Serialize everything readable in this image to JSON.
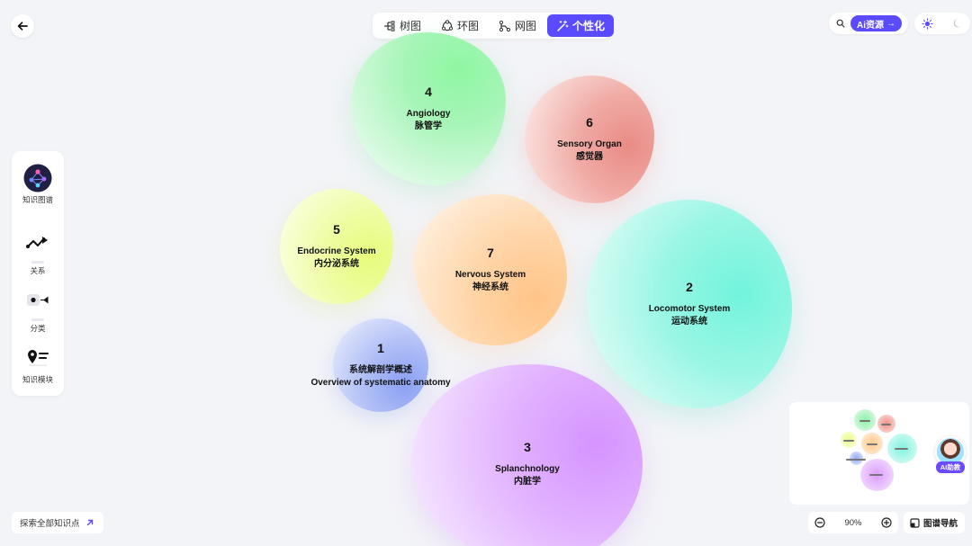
{
  "view_tabs": [
    {
      "label": "树图"
    },
    {
      "label": "环图"
    },
    {
      "label": "网图"
    },
    {
      "label": "个性化"
    }
  ],
  "topbar": {
    "ai_resource_label": "Ai资源",
    "ai_resource_arrow": "→"
  },
  "sidebar": {
    "items": [
      {
        "label": "知识图谱"
      },
      {
        "label": "关系"
      },
      {
        "label": "分类"
      },
      {
        "label": "知识模块"
      }
    ]
  },
  "nodes": [
    {
      "num": "4",
      "en": "Angiology",
      "zh": "脉管学"
    },
    {
      "num": "6",
      "en": "Sensory Organ",
      "zh": "感觉器"
    },
    {
      "num": "5",
      "en": "Endocrine System",
      "zh": "内分泌系统"
    },
    {
      "num": "7",
      "en": "Nervous System",
      "zh": "神经系统"
    },
    {
      "num": "2",
      "en": "Locomotor System",
      "zh": "运动系统"
    },
    {
      "num": "1",
      "en": "Overview of systematic anatomy",
      "zh": "系统解剖学概述"
    },
    {
      "num": "3",
      "en": "Splanchnology",
      "zh": "内脏学"
    }
  ],
  "colors": {
    "accent": "#5b4bff",
    "node_4": "#8ef0a8",
    "node_6": "#ef8f86",
    "node_5": "#ecfc8c",
    "node_7": "#ffc98a",
    "node_2": "#7ff3de",
    "node_1": "#93a9f3",
    "node_3": "#dd9cff"
  },
  "footer": {
    "explore_label": "探索全部知识点",
    "zoom_value": "90%",
    "nav_label": "图谱导航"
  },
  "assistant": {
    "label": "AI助教"
  },
  "icons": {
    "back": "arrow-left-icon",
    "search": "search-icon",
    "sun": "sun-icon",
    "moon": "moon-icon"
  }
}
